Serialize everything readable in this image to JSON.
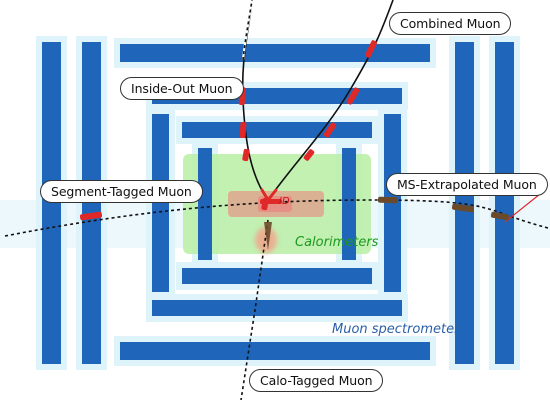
{
  "labels": {
    "combined_muon": "Combined Muon",
    "inside_out_muon": "Inside-Out Muon",
    "segment_tagged_muon": "Segment-Tagged Muon",
    "ms_extrapolated_muon": "MS-Extrapolated Muon",
    "calo_tagged_muon": "Calo-Tagged Muon",
    "calorimeters": "Calorimeters",
    "muon_spectrometer": "Muon spectrometer",
    "inner_detector": "ID"
  },
  "colors": {
    "muon_chamber": "#1f66bb",
    "chamber_glow": "#dff3fb",
    "calorimeter": "#b8efa4",
    "inner_detector": "#ef7b7b",
    "track_hit": "#e02828",
    "track_segment": "#6b4a2a",
    "calorimeters_text": "#1c9a1c",
    "spectrometer_text": "#2b5fa8",
    "track_line": "#111111"
  }
}
